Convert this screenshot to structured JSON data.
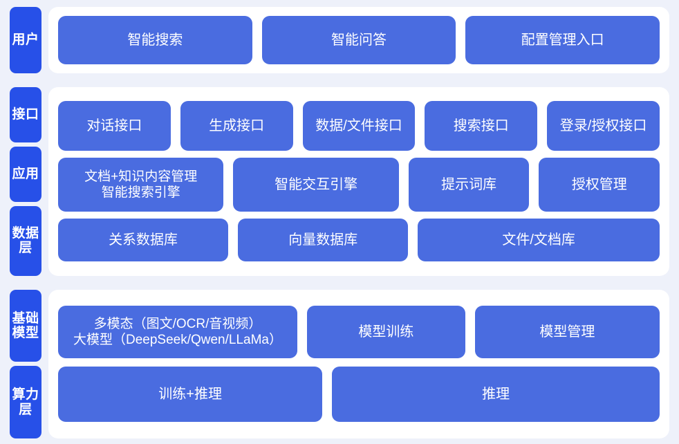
{
  "sections": [
    {
      "id": "user",
      "tabs": [
        "用户"
      ],
      "rows": [
        {
          "id": "user-entries",
          "boxes": [
            {
              "label": "智能搜索",
              "flex": 1
            },
            {
              "label": "智能问答",
              "flex": 1
            },
            {
              "label": "配置管理入口",
              "flex": 1
            }
          ]
        }
      ]
    },
    {
      "id": "middle",
      "tabs": [
        "接口",
        "应用",
        "数据层"
      ],
      "rows": [
        {
          "id": "interface",
          "boxes": [
            {
              "label": "对话接口",
              "flex": 1
            },
            {
              "label": "生成接口",
              "flex": 1
            },
            {
              "label": "数据/文件接口",
              "flex": 1
            },
            {
              "label": "搜索接口",
              "flex": 1
            },
            {
              "label": "登录/授权接口",
              "flex": 1
            }
          ]
        },
        {
          "id": "application",
          "boxes": [
            {
              "label": "文档+知识内容管理\n智能搜索引擎",
              "flex": 2.62
            },
            {
              "label": "智能交互引擎",
              "flex": 2.62
            },
            {
              "label": "提示词库",
              "flex": 1.86
            },
            {
              "label": "授权管理",
              "flex": 1.86
            }
          ]
        },
        {
          "id": "data",
          "boxes": [
            {
              "label": "关系数据库",
              "flex": 1
            },
            {
              "label": "向量数据库",
              "flex": 1
            },
            {
              "label": "文件/文档库",
              "flex": 1.45
            }
          ]
        }
      ]
    },
    {
      "id": "base",
      "tabs": [
        "基础模型",
        "算力层"
      ],
      "rows": [
        {
          "id": "models",
          "boxes": [
            {
              "label": "多模态（图文/OCR/音视频）\n大模型（DeepSeek/Qwen/LLaMa）",
              "flex": 1.55
            },
            {
              "label": "模型训练",
              "flex": 1
            },
            {
              "label": "模型管理",
              "flex": 1.18
            }
          ]
        },
        {
          "id": "compute",
          "boxes": [
            {
              "label": "训练+推理",
              "flex": 1
            },
            {
              "label": "推理",
              "flex": 1.25
            }
          ]
        }
      ]
    }
  ],
  "colors": {
    "page_background": "#eef1fa",
    "panel_background": "#ffffff",
    "tab_blue": "#2750e8",
    "box_blue": "#4a6ce0",
    "text_on_blue": "#ffffff"
  }
}
